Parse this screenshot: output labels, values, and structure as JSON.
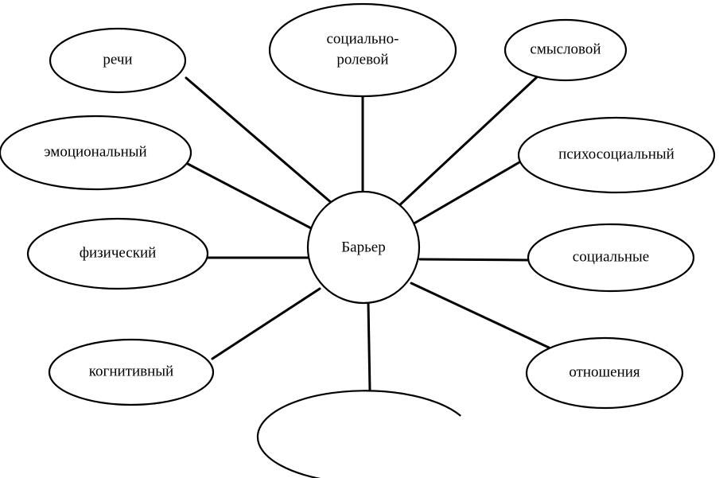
{
  "center": {
    "label": "Барьер"
  },
  "nodes": [
    {
      "id": "rechi",
      "lines": [
        "речи"
      ]
    },
    {
      "id": "socialno-rolevoy",
      "lines": [
        "социально-",
        "ролевой"
      ]
    },
    {
      "id": "smyslovoy",
      "lines": [
        "смысловой"
      ]
    },
    {
      "id": "emocionalnyy",
      "lines": [
        "эмоциональный"
      ]
    },
    {
      "id": "psihosocialnyy",
      "lines": [
        "психосоциальный"
      ]
    },
    {
      "id": "fizicheskiy",
      "lines": [
        "физический"
      ]
    },
    {
      "id": "socialnye",
      "lines": [
        "социальные"
      ]
    },
    {
      "id": "kognitivnyy",
      "lines": [
        "когнитивный"
      ]
    },
    {
      "id": "otnosheniya",
      "lines": [
        "отношения"
      ]
    },
    {
      "id": "empty",
      "lines": []
    }
  ]
}
